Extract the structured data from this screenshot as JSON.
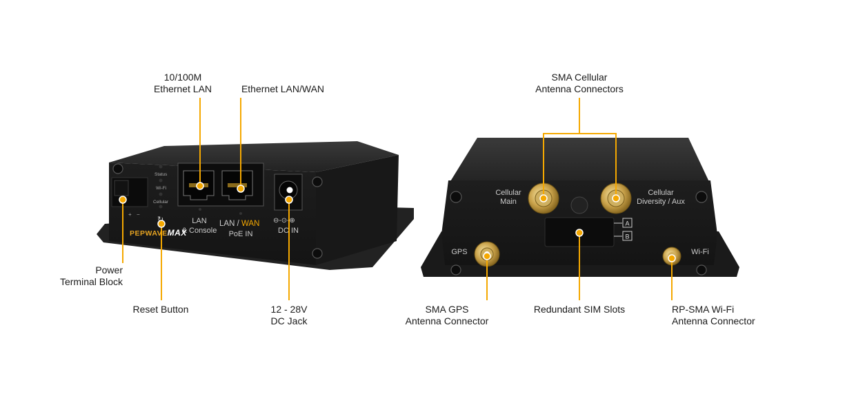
{
  "callouts": {
    "ethernet_lan": "10/100M\nEthernet LAN",
    "ethernet_lan_wan": "Ethernet LAN/WAN",
    "power_terminal": "Power\nTerminal Block",
    "reset_button": "Reset Button",
    "dc_jack": "12 - 28V\nDC Jack",
    "sma_cellular": "SMA Cellular\nAntenna Connectors",
    "sma_gps": "SMA GPS\nAntenna Connector",
    "sim_slots": "Redundant SIM Slots",
    "rp_sma_wifi": "RP-SMA Wi-Fi\nAntenna Connector"
  },
  "front_panel": {
    "led_status": "Status",
    "led_wifi": "Wi-Fi",
    "led_cellular": "Cellular",
    "port_lan_1": "LAN",
    "port_lan_2": "& Console",
    "port_wan_lan": "LAN / ",
    "port_wan_wan": "WAN",
    "port_poe": "PoE IN",
    "dc_in": "DC IN",
    "brand_a": "PEPWAVE",
    "brand_b": "MAX",
    "terminal_plus": "+",
    "terminal_minus": "−"
  },
  "rear_panel": {
    "cellular_main_1": "Cellular",
    "cellular_main_2": "Main",
    "cellular_div_1": "Cellular",
    "cellular_div_2": "Diversity / Aux",
    "gps": "GPS",
    "wifi": "Wi-Fi",
    "sim_a": "A",
    "sim_b": "B"
  },
  "colors": {
    "accent": "#f5a800",
    "device_body": "#1b1b1b",
    "device_edge": "#2c2c2c"
  }
}
